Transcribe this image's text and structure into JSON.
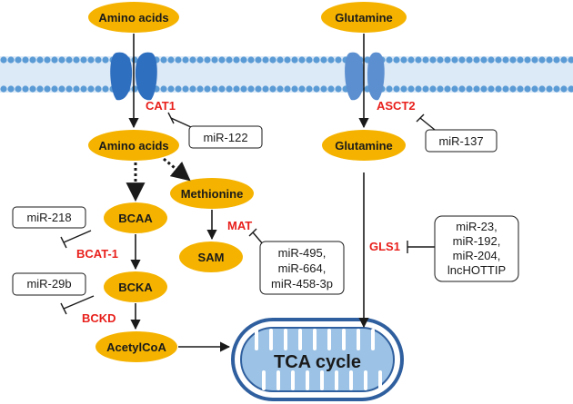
{
  "nodes": {
    "amino_acids_top": "Amino acids",
    "glutamine_top": "Glutamine",
    "amino_acids_mid": "Amino acids",
    "glutamine_mid": "Glutamine",
    "methionine": "Methionine",
    "bcaa": "BCAA",
    "sam": "SAM",
    "bcka": "BCKA",
    "acetylcoa": "AcetylCoA",
    "tca": "TCA cycle"
  },
  "enzymes": {
    "cat1": "CAT1",
    "asct2": "ASCT2",
    "mat": "MAT",
    "gls1": "GLS1",
    "bcat1": "BCAT-1",
    "bckd": "BCKD"
  },
  "regulators": {
    "mir122": [
      "miR-122"
    ],
    "mir137": [
      "miR-137"
    ],
    "mir218": [
      "miR-218"
    ],
    "mir29b": [
      "miR-29b"
    ],
    "mat_group": [
      "miR-495,",
      "miR-664,",
      "miR-458-3p"
    ],
    "gls1_group": [
      "miR-23,",
      "miR-192,",
      "miR-204,",
      "lncHOTTIP"
    ]
  },
  "colors": {
    "node_fill": "#f5b300",
    "enzyme_red": "#e8201c",
    "membrane_blue": "#5b9bd5",
    "transporter_blue": "#2f6fbf"
  }
}
